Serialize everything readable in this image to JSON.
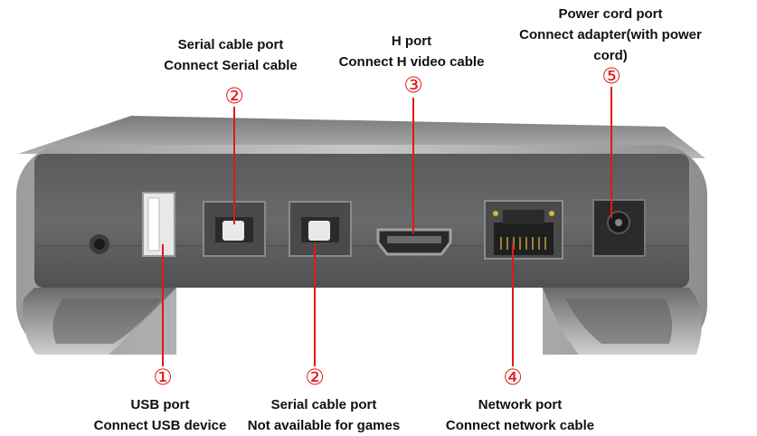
{
  "callouts": {
    "usb": {
      "num": "①",
      "line1": "USB port",
      "line2": "Connect USB device"
    },
    "serial_front": {
      "num": "②",
      "line1": "Serial cable port",
      "line2": "Not available for games"
    },
    "network": {
      "num": "④",
      "line1": "Network port",
      "line2": "Connect network cable"
    },
    "serial_top": {
      "num": "②",
      "line1": "Serial cable port",
      "line2": "Connect Serial cable"
    },
    "h_port": {
      "num": "③",
      "line1": "H port",
      "line2": "Connect H video cable"
    },
    "power": {
      "num": "⑤",
      "line1": "Power cord port",
      "line2": "Connect adapter(with power",
      "line3": "cord)"
    }
  },
  "colors": {
    "accent": "#e31818"
  }
}
